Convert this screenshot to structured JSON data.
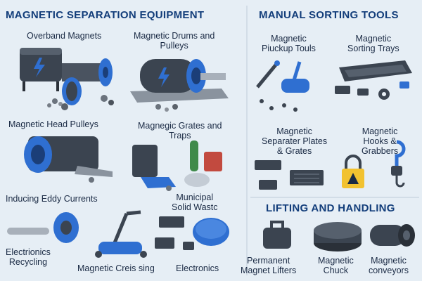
{
  "sections": {
    "magnetic_separation": "MAGNETIC SEPARATION EQUIPMENT",
    "manual_sorting": "MANUAL SORTING TOOLS",
    "lifting_handling": "LIFTING AND HANDLING"
  },
  "labels": {
    "overband": "Overband Magnets",
    "drums": "Magnetic Drums and\nPulleys",
    "head_pulleys": "Magnetic Head Pulleys",
    "grates_traps": "Magnegic Grates and\nTraps",
    "eddy": "Inducing Eddy Currents",
    "municipal": "Municipal\nSolid Wastc",
    "electronics_recycling": "Electrionics\nRecycling",
    "magnetic_creis": "Magnetic Creis sing",
    "electronics": "Electronics",
    "pickup_tools": "Magnetic\nPiuckup Touls",
    "sorting_trays": "Magnetic\nSorting Trays",
    "separator_plates": "Magnetic\nSeparater Plates\n& Grates",
    "hooks_grabbers": "Magnetic\nHooks &\nGrabbers",
    "permanent_lifters": "Permanent\nMagnet Lifters",
    "chuck": "Magnetic\nChuck",
    "conveyors": "Magnetic\nconveyors"
  },
  "colors": {
    "heading": "#123d7a",
    "accent_blue": "#2f6fd1",
    "dark_metal": "#3b4450",
    "background": "#e6eef5",
    "warning_yellow": "#f2c230"
  },
  "icons": [
    "lightning-icon",
    "magnet-icon",
    "hook-icon",
    "padlock-icon",
    "warning-icon"
  ]
}
